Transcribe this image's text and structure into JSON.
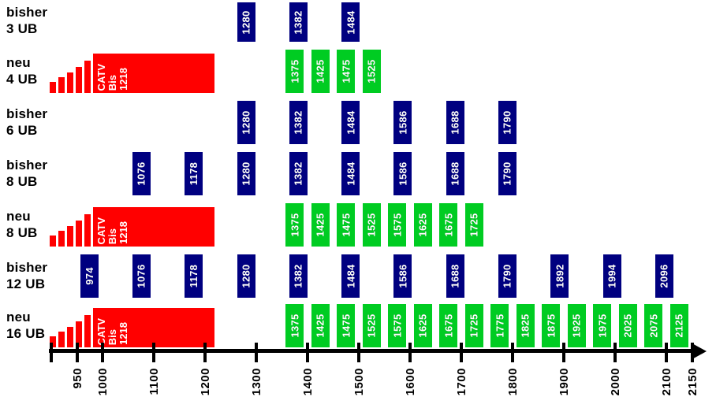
{
  "chart_data": {
    "type": "bar",
    "title": "",
    "xlabel": "",
    "ylabel": "",
    "orientation": "horizontal",
    "grid": false,
    "legend": "none",
    "xlim": [
      900,
      2150
    ],
    "x_ticks": [
      900,
      950,
      1000,
      1100,
      1200,
      1300,
      1400,
      1500,
      1600,
      1700,
      1800,
      1900,
      2000,
      2100,
      2150
    ],
    "x_tick_labels": [
      "",
      "950",
      "1000",
      "1100",
      "1200",
      "1300",
      "1400",
      "1500",
      "1600",
      "1700",
      "1800",
      "1900",
      "2000",
      "2100",
      "2150"
    ],
    "colors": {
      "blue": "#000080",
      "green": "#00cc22",
      "red": "#ff0000",
      "axis": "#000000",
      "background": "#ffffff",
      "box_text": "#ffffff"
    },
    "catv_block": {
      "label_line1": "CATV",
      "label_line2": "Bis",
      "label_line3": "1218",
      "start": 950,
      "end": 1218,
      "color": "#ff0000"
    },
    "series": [
      {
        "name": "bisher 3 UB",
        "label_line1": "bisher",
        "label_line2": "3 UB",
        "type": "blue",
        "has_catv": false,
        "values": [
          1280,
          1382,
          1484
        ]
      },
      {
        "name": "neu 4 UB",
        "label_line1": "neu",
        "label_line2": "4 UB",
        "type": "green",
        "has_catv": true,
        "values": [
          1375,
          1425,
          1475,
          1525
        ]
      },
      {
        "name": "bisher 6 UB",
        "label_line1": "bisher",
        "label_line2": "6 UB",
        "type": "blue",
        "has_catv": false,
        "values": [
          1280,
          1382,
          1484,
          1586,
          1688,
          1790
        ]
      },
      {
        "name": "bisher 8 UB",
        "label_line1": "bisher",
        "label_line2": "8 UB",
        "type": "blue",
        "has_catv": false,
        "values": [
          1076,
          1178,
          1280,
          1382,
          1484,
          1586,
          1688,
          1790
        ]
      },
      {
        "name": "neu 8 UB",
        "label_line1": "neu",
        "label_line2": "8 UB",
        "type": "green",
        "has_catv": true,
        "values": [
          1375,
          1425,
          1475,
          1525,
          1575,
          1625,
          1675,
          1725
        ]
      },
      {
        "name": "bisher 12 UB",
        "label_line1": "bisher",
        "label_line2": "12 UB",
        "type": "blue",
        "has_catv": false,
        "values": [
          974,
          1076,
          1178,
          1280,
          1382,
          1484,
          1586,
          1688,
          1790,
          1892,
          1994,
          2096
        ]
      },
      {
        "name": "neu 16 UB",
        "label_line1": "neu",
        "label_line2": "16 UB",
        "type": "green",
        "has_catv": true,
        "values": [
          1375,
          1425,
          1475,
          1525,
          1575,
          1625,
          1675,
          1725,
          1775,
          1825,
          1875,
          1925,
          1975,
          2025,
          2075,
          2125
        ]
      }
    ]
  }
}
